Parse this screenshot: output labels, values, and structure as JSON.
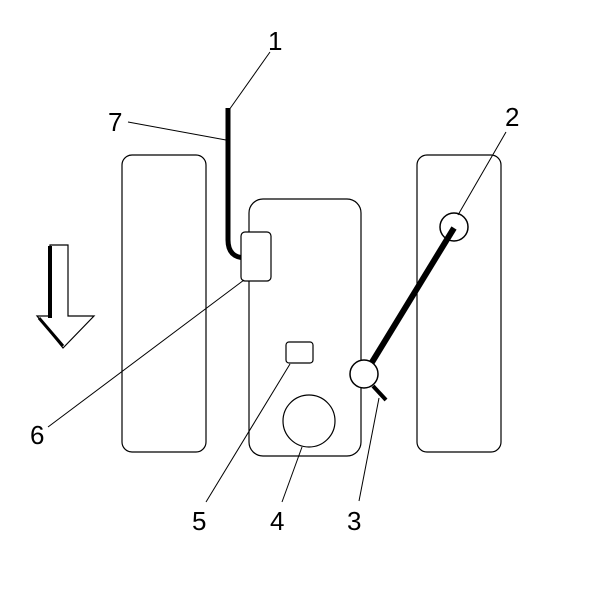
{
  "callouts": {
    "c1": "1",
    "c2": "2",
    "c3": "3",
    "c4": "4",
    "c5": "5",
    "c6": "6",
    "c7": "7"
  },
  "icons": {
    "direction_arrow": "down-arrow-icon"
  },
  "colors": {
    "line": "#000000",
    "background": "#ffffff"
  }
}
